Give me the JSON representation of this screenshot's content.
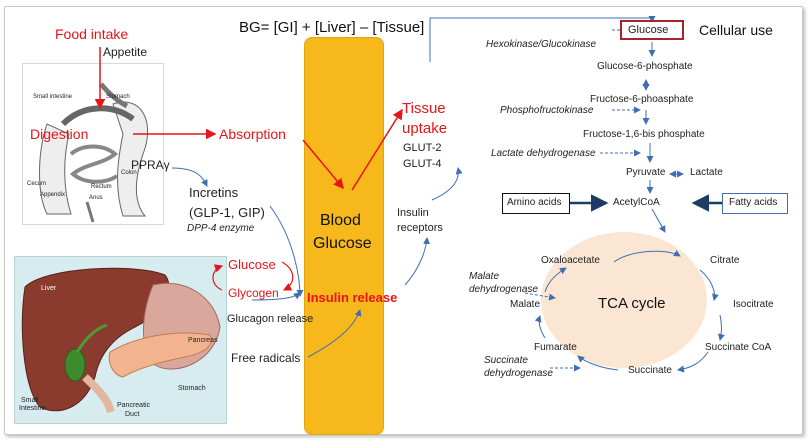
{
  "equation": "BG= [GI] + [Liver] – [Tissue]",
  "cellular_use": "Cellular use",
  "gi": {
    "food_intake": "Food intake",
    "appetite": "Appetite",
    "digestion": "Digestion",
    "absorption": "Absorption",
    "ppra": "PPRAγ",
    "incretins": "Incretins",
    "glp_gip": "(GLP-1, GIP)",
    "dpp4": "DPP-4 enzyme",
    "anatomy_labels": {
      "small_intestine": "Small intestine",
      "stomach": "Stomach",
      "colon": "Colon",
      "cecum": "Cecum",
      "rectum": "Rectum",
      "appendix": "Appendix",
      "anus": "Anus"
    }
  },
  "liver": {
    "glucose": "Glucose",
    "glycogen": "Glycogen",
    "glucagon_release": "Glucagon release",
    "free_radicals": "Free radicals",
    "anatomy_labels": {
      "liver": "Liver",
      "pancreas": "Pancreas",
      "stomach": "Stomach",
      "small_intestine_1": "Small",
      "small_intestine_2": "Intestine",
      "pancreatic_duct_1": "Pancreatic",
      "pancreatic_duct_2": "Duct"
    }
  },
  "center": {
    "blood_1": "Blood",
    "blood_2": "Glucose",
    "insulin_release": "Insulin release",
    "insulin_receptors_1": "Insulin",
    "insulin_receptors_2": "receptors",
    "tissue_1": "Tissue",
    "tissue_2": "uptake",
    "glut2": "GLUT-2",
    "glut4": "GLUT-4"
  },
  "pathway": {
    "glucose": "Glucose",
    "hexokinase": "Hexokinase/Glucokinase",
    "g6p": "Glucose-6-phosphate",
    "f6p": "Fructose-6-phoasphate",
    "pfk": "Phosphofructokinase",
    "f16bp": "Fructose-1,6-bis  phosphate",
    "ldh": "Lactate dehydrogenase",
    "pyruvate": "Pyruvate",
    "lactate": "Lactate",
    "amino_acids": "Amino  acids",
    "acetylcoa": "AcetylCoA",
    "fatty_acids": "Fatty acids"
  },
  "tca": {
    "label": "TCA cycle",
    "oxaloacetate": "Oxaloacetate",
    "citrate": "Citrate",
    "isocitrate": "Isocitrate",
    "succinate_coa": "Succinate  CoA",
    "succinate": "Succinate",
    "fumarate": "Fumarate",
    "malate": "Malate",
    "malate_dh_1": "Malate",
    "malate_dh_2": "dehydrogenase",
    "succinate_dh_1": "Succinate",
    "succinate_dh_2": "dehydrogenase"
  },
  "colors": {
    "red": "#e8141a",
    "orange": "#f7b81c",
    "blue_arrow": "#3f6fb0",
    "dark_navy": "#1f3b63",
    "tca_fill": "#fbe6d4",
    "glucose_box": "#a8232a"
  }
}
